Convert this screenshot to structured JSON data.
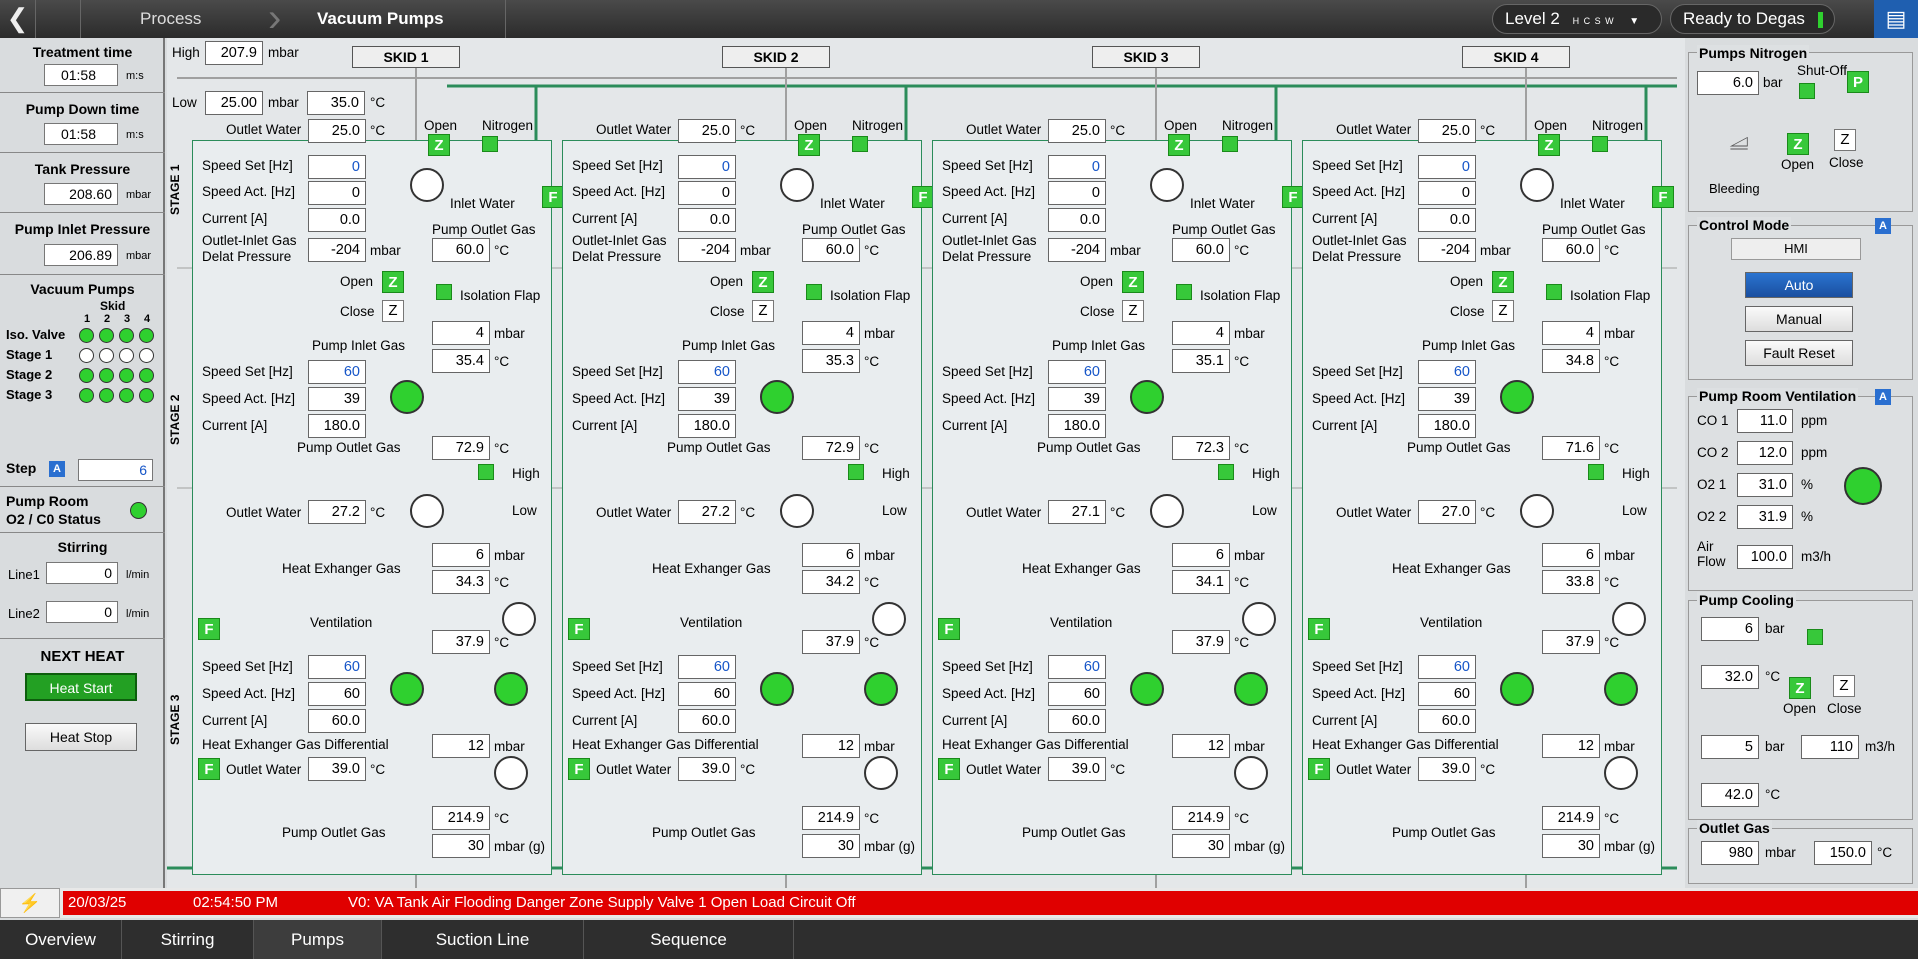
{
  "topbar": {
    "crumb_process": "Process",
    "crumb_current": "Vacuum Pumps",
    "level": "Level 2",
    "level_flags": "H C S W",
    "status": "Ready to Degas"
  },
  "left": {
    "treatment_time_label": "Treatment time",
    "treatment_time": "01:58",
    "treatment_unit": "m:s",
    "pump_down_label": "Pump Down time",
    "pump_down": "01:58",
    "pump_down_unit": "m:s",
    "tank_pressure_label": "Tank Pressure",
    "tank_pressure": "208.60",
    "tank_unit": "mbar",
    "pump_inlet_label": "Pump Inlet Pressure",
    "pump_inlet": "206.89",
    "pump_inlet_unit": "mbar",
    "vacuum_pumps_label": "Vacuum Pumps",
    "skid_label": "Skid",
    "skid_nums": [
      "1",
      "2",
      "3",
      "4"
    ],
    "rows": [
      {
        "label": "Iso. Valve",
        "states": [
          1,
          1,
          1,
          1
        ]
      },
      {
        "label": "Stage 1",
        "states": [
          0,
          0,
          0,
          0
        ]
      },
      {
        "label": "Stage 2",
        "states": [
          1,
          1,
          1,
          1
        ]
      },
      {
        "label": "Stage 3",
        "states": [
          1,
          1,
          1,
          1
        ]
      }
    ],
    "step_label": "Step",
    "step_mode": "A",
    "step_value": "6",
    "pump_room_label1": "Pump Room",
    "pump_room_label2": "O2 / C0 Status",
    "stirring_label": "Stirring",
    "line1_label": "Line1",
    "line1_value": "0",
    "line2_label": "Line2",
    "line2_value": "0",
    "lmin": "l/min",
    "next_heat_label": "NEXT HEAT",
    "heat_start": "Heat Start",
    "heat_stop": "Heat Stop"
  },
  "header": {
    "high_label": "High",
    "high_value": "207.9",
    "high_unit": "mbar",
    "low_label": "Low",
    "low_value": "25.00",
    "low_unit": "mbar",
    "temp_value": "35.0",
    "temp_unit": "°C"
  },
  "stages": [
    "STAGE 1",
    "STAGE 2",
    "STAGE 3"
  ],
  "labels": {
    "outlet_water": "Outlet Water",
    "open": "Open",
    "close": "Close",
    "nitrogen": "Nitrogen",
    "speed_set": "Speed Set [Hz]",
    "speed_act": "Speed Act. [Hz]",
    "current": "Current [A]",
    "inlet_water": "Inlet Water",
    "pump_outlet_gas": "Pump Outlet Gas",
    "oi_gas": "Outlet-Inlet Gas",
    "delat_pressure": "Delat Pressure",
    "isolation_flap": "Isolation Flap",
    "pump_inlet_gas": "Pump Inlet Gas",
    "high": "High",
    "low": "Low",
    "heat_exchanger_gas": "Heat Exhanger Gas",
    "ventilation": "Ventilation",
    "hx_gas_diff": "Heat Exhanger Gas Differential",
    "mbar": "mbar",
    "degc": "°C",
    "mbar_g": "mbar (g)",
    "F": "F",
    "Z": "Z"
  },
  "skids": [
    {
      "title": "SKID 1",
      "s1_outlet_water": "25.0",
      "s1_speed_set": "0",
      "s1_speed_act": "0",
      "s1_current": "0.0",
      "s1_delta_p": "-204",
      "s1_outlet_gas": "60.0",
      "s2_inlet_mbar": "4",
      "s2_inlet_temp": "35.4",
      "s2_speed_set": "60",
      "s2_speed_act": "39",
      "s2_current": "180.0",
      "s2_outlet_gas": "72.9",
      "hx_outlet_water": "27.2",
      "hx_mbar": "6",
      "hx_temp": "34.3",
      "s3_temp": "37.9",
      "s3_speed_set": "60",
      "s3_speed_act": "60",
      "s3_current": "60.0",
      "s3_diff": "12",
      "s3_outlet_water": "39.0",
      "s3_outlet_temp": "214.9",
      "s3_outlet_mbar": "30"
    },
    {
      "title": "SKID 2",
      "s1_outlet_water": "25.0",
      "s1_speed_set": "0",
      "s1_speed_act": "0",
      "s1_current": "0.0",
      "s1_delta_p": "-204",
      "s1_outlet_gas": "60.0",
      "s2_inlet_mbar": "4",
      "s2_inlet_temp": "35.3",
      "s2_speed_set": "60",
      "s2_speed_act": "39",
      "s2_current": "180.0",
      "s2_outlet_gas": "72.9",
      "hx_outlet_water": "27.2",
      "hx_mbar": "6",
      "hx_temp": "34.2",
      "s3_temp": "37.9",
      "s3_speed_set": "60",
      "s3_speed_act": "60",
      "s3_current": "60.0",
      "s3_diff": "12",
      "s3_outlet_water": "39.0",
      "s3_outlet_temp": "214.9",
      "s3_outlet_mbar": "30"
    },
    {
      "title": "SKID 3",
      "s1_outlet_water": "25.0",
      "s1_speed_set": "0",
      "s1_speed_act": "0",
      "s1_current": "0.0",
      "s1_delta_p": "-204",
      "s1_outlet_gas": "60.0",
      "s2_inlet_mbar": "4",
      "s2_inlet_temp": "35.1",
      "s2_speed_set": "60",
      "s2_speed_act": "39",
      "s2_current": "180.0",
      "s2_outlet_gas": "72.3",
      "hx_outlet_water": "27.1",
      "hx_mbar": "6",
      "hx_temp": "34.1",
      "s3_temp": "37.9",
      "s3_speed_set": "60",
      "s3_speed_act": "60",
      "s3_current": "60.0",
      "s3_diff": "12",
      "s3_outlet_water": "39.0",
      "s3_outlet_temp": "214.9",
      "s3_outlet_mbar": "30"
    },
    {
      "title": "SKID 4",
      "s1_outlet_water": "25.0",
      "s1_speed_set": "0",
      "s1_speed_act": "0",
      "s1_current": "0.0",
      "s1_delta_p": "-204",
      "s1_outlet_gas": "60.0",
      "s2_inlet_mbar": "4",
      "s2_inlet_temp": "34.8",
      "s2_speed_set": "60",
      "s2_speed_act": "39",
      "s2_current": "180.0",
      "s2_outlet_gas": "71.6",
      "hx_outlet_water": "27.0",
      "hx_mbar": "6",
      "hx_temp": "33.8",
      "s3_temp": "37.9",
      "s3_speed_set": "60",
      "s3_speed_act": "60",
      "s3_current": "60.0",
      "s3_diff": "12",
      "s3_outlet_water": "39.0",
      "s3_outlet_temp": "214.9",
      "s3_outlet_mbar": "30"
    }
  ],
  "right": {
    "nitrogen_title": "Pumps Nitrogen",
    "n2_bar": "6.0",
    "bar": "bar",
    "shutoff": "Shut-Off",
    "P": "P",
    "bleeding": "Bleeding",
    "open": "Open",
    "close": "Close",
    "control_title": "Control Mode",
    "hmi": "HMI",
    "auto": "Auto",
    "manual": "Manual",
    "fault_reset": "Fault Reset",
    "vent_title": "Pump Room Ventilation",
    "co1_label": "CO 1",
    "co1": "11.0",
    "co2_label": "CO 2",
    "co2": "12.0",
    "ppm": "ppm",
    "o21_label": "O2 1",
    "o21": "31.0",
    "o22_label": "O2 2",
    "o22": "31.9",
    "pct": "%",
    "airflow_label1": "Air",
    "airflow_label2": "Flow",
    "airflow": "100.0",
    "m3h": "m3/h",
    "cooling_title": "Pump Cooling",
    "cool_bar": "6",
    "cool_temp": "32.0",
    "ret_bar": "5",
    "ret_flow": "110",
    "ret_temp": "42.0",
    "degc": "°C",
    "outlet_gas_title": "Outlet Gas",
    "og_mbar": "980",
    "og_mbar_unit": "mbar",
    "og_temp": "150.0",
    "A": "A"
  },
  "alarm": {
    "date": "20/03/25",
    "time": "02:54:50 PM",
    "message": "V0: VA Tank Air Flooding Danger Zone Supply Valve 1 Open Load Circuit Off"
  },
  "tabs": [
    "Overview",
    "Stirring",
    "Pumps",
    "Suction Line",
    "Sequence"
  ],
  "colors": {
    "accent_green": "#2fd02f",
    "alarm_red": "#e00000",
    "auto_blue": "#1f5fb0"
  }
}
